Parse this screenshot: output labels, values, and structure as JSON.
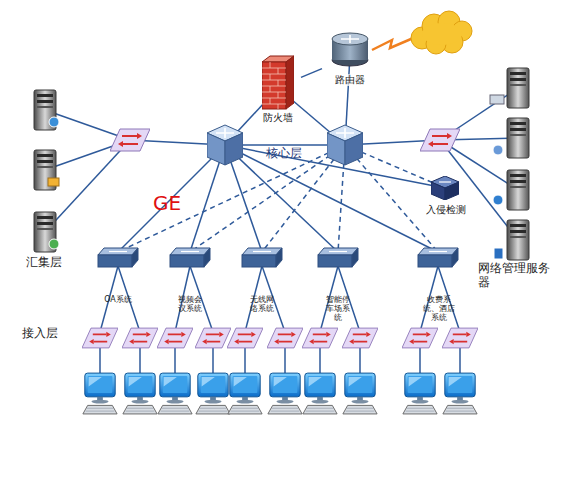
{
  "diagram": {
    "nodes": [
      {
        "text": [
          "防火墙"
        ]
      },
      {
        "text": [
          "路由器"
        ]
      },
      {
        "text": [
          "入侵检测"
        ]
      }
    ],
    "edges": [
      {
        "from": 0,
        "to": 1,
        "arrow": "none"
      }
    ],
    "labels": [
      "核心层",
      "GE",
      "汇集层",
      "接入层",
      "网络管理服务器",
      "OA系统",
      "视频会议系统",
      "无线网络系统",
      "智能停车场系统",
      "收费系统、酒店系统"
    ]
  }
}
